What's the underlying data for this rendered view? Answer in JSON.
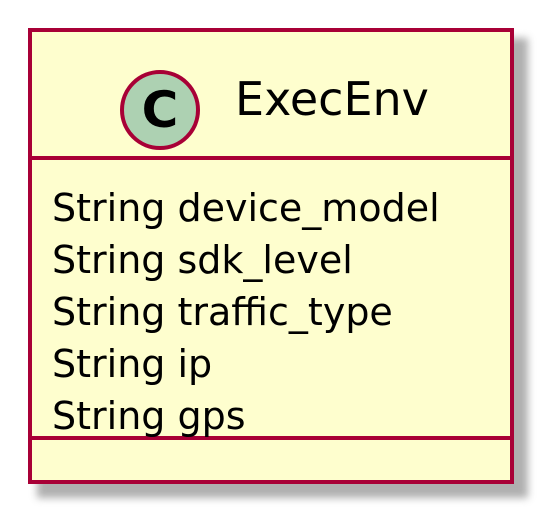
{
  "class": {
    "stereotype_letter": "C",
    "name": "ExecEnv",
    "fields": [
      "String device_model",
      "String sdk_level",
      "String traffic_type",
      "String ip",
      "String gps"
    ],
    "methods": []
  },
  "colors": {
    "box_fill": "#FEFECE",
    "border": "#A80036",
    "circle_fill": "#ADD1B2",
    "text": "#000000"
  }
}
